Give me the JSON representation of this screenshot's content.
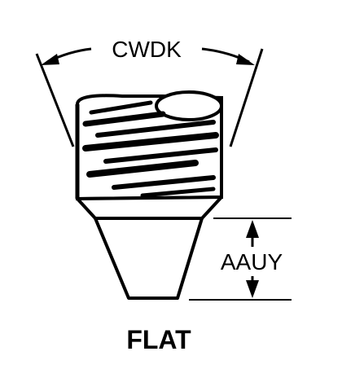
{
  "labels": {
    "angle_dimension": "CWDK",
    "height_dimension": "AAUY",
    "point_style": "FLAT"
  },
  "colors": {
    "ink": "#000000",
    "paper": "#ffffff"
  }
}
